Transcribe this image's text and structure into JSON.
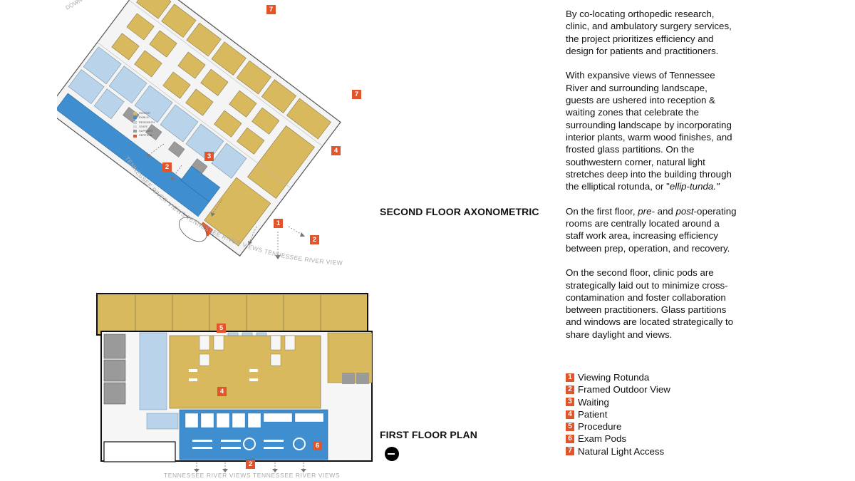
{
  "colors": {
    "patient": "#d8b95e",
    "public": "#3f8fd0",
    "research": "#b9d4ea",
    "staff": "#d9d9d9",
    "support": "#9a9a9a",
    "vertical": "#e2542a",
    "marker": "#e2542a"
  },
  "captions": {
    "axonometric": "SECOND FLOOR AXONOMETRIC",
    "plan": "FIRST FLOOR PLAN"
  },
  "axonometric": {
    "views_label": "TENNESSEE RIVER VIEWS TENNESSEE RIVER VIEWS TENNESSEE RIVER VIEWS",
    "corner_text": "DOWN",
    "mini_legend": [
      {
        "label": "PATIENT",
        "color": "#d8b95e"
      },
      {
        "label": "PUBLIC",
        "color": "#3f8fd0"
      },
      {
        "label": "RESEARCH",
        "color": "#b9d4ea"
      },
      {
        "label": "STAFF",
        "color": "#d9d9d9"
      },
      {
        "label": "SUPPORT",
        "color": "#9a9a9a"
      },
      {
        "label": "VERTICAL",
        "color": "#e2542a"
      }
    ],
    "markers": {
      "m7a": "7",
      "m7b": "7",
      "m2": "2",
      "m3": "3",
      "m4": "4",
      "m1": "1",
      "m2b": "2"
    }
  },
  "plan": {
    "views_label": "TENNESSEE RIVER VIEWS TENNESSEE RIVER VIEWS",
    "markers": {
      "m5": "5",
      "m4": "4",
      "m6": "6",
      "m2": "2"
    }
  },
  "description": {
    "p1": "By co-locating orthopedic research, clinic, and ambulatory surgery services, the project prioritizes efficiency and design for  patients and practitioners.",
    "p2_main": "With expansive views of Tennessee River and surrounding landscape, guests are ushered into reception & waiting zones that celebrate the surrounding landscape by incorporating interior plants, warm wood finishes, and frosted glass partitions. On the southwestern corner, natural light stretches deep into the building through the elliptical rotunda, or \"",
    "p2_em": "ellip-tunda.\"",
    "p3_a": "On the first floor, ",
    "p3_pre": "pre-",
    "p3_b": " and ",
    "p3_post": "post",
    "p3_c": "-operating rooms are centrally located around a staff work area, increasing efficiency between prep, operation, and recovery.",
    "p4": "On the second floor, clinic pods are strategically laid out to minimize cross-contamination and foster collaboration between practitioners. Glass partitions and windows are located strategically to share daylight and views."
  },
  "key": [
    {
      "num": "1",
      "label": "Viewing Rotunda"
    },
    {
      "num": "2",
      "label": "Framed Outdoor View"
    },
    {
      "num": "3",
      "label": "Waiting"
    },
    {
      "num": "4",
      "label": "Patient"
    },
    {
      "num": "5",
      "label": "Procedure"
    },
    {
      "num": "6",
      "label": "Exam Pods"
    },
    {
      "num": "7",
      "label": "Natural Light Access"
    }
  ]
}
